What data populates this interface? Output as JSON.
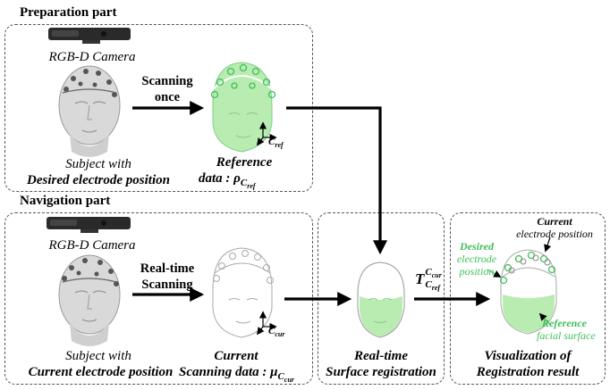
{
  "prep": {
    "title": "Preparation part",
    "camera": "RGB-D Camera",
    "subject_line1": "Subject with",
    "subject_line2": "Desired electrode position",
    "arrow_label_1": "Scanning",
    "arrow_label_2": "once",
    "ref_line1": "Reference",
    "ref_line2": "data : ρ",
    "ref_sub": "C",
    "ref_subsub": "ref",
    "axis_label": "C",
    "axis_sub": "ref"
  },
  "nav": {
    "title": "Navigation part",
    "camera": "RGB-D Camera",
    "subject_line1": "Subject with",
    "subject_line2": "Current electrode position",
    "arrow_label_1": "Real-time",
    "arrow_label_2": "Scanning",
    "cur_line1": "Current",
    "cur_line2": "Scanning data : μ",
    "cur_sub": "C",
    "cur_subsub": "cur",
    "axis_label": "C",
    "axis_sub": "cur"
  },
  "registration": {
    "line1": "Real-time",
    "line2": "Surface registration",
    "transform": "T",
    "sup": "C",
    "sup_sub": "cur",
    "sub": "C",
    "sub_sub": "ref"
  },
  "visualization": {
    "line1": "Visualization of",
    "line2": "Registration result",
    "current_bold": "Current",
    "current_rest": "electrode position",
    "desired_bold": "Desired",
    "desired_rest1": "electrode",
    "desired_rest2": "position",
    "reference_bold": "Reference",
    "reference_rest": "facial surface"
  },
  "colors": {
    "accent_green": "#3fbf5a",
    "face_green": "#b8ecb0"
  }
}
